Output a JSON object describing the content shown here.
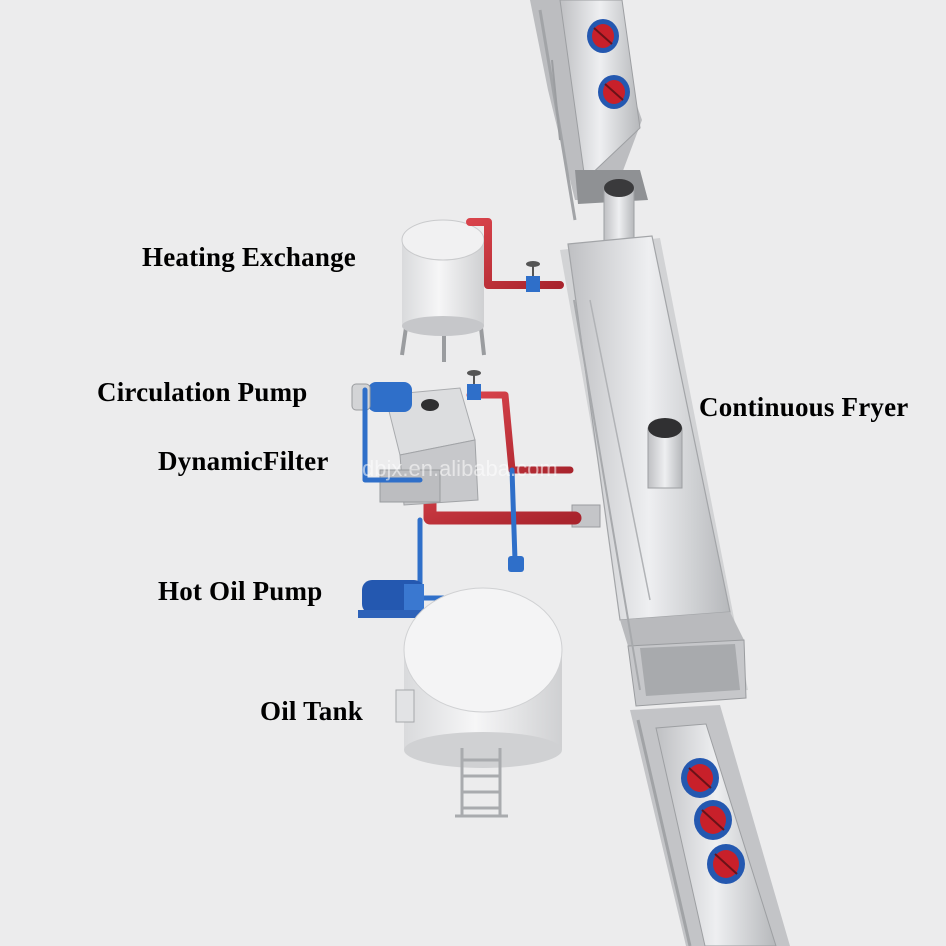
{
  "labels": {
    "heating_exchange": "Heating Exchange",
    "circulation_pump": "Circulation Pump",
    "dynamic_filter": "DynamicFilter",
    "hot_oil_pump": "Hot Oil Pump",
    "oil_tank": "Oil Tank",
    "continuous_fryer": "Continuous Fryer"
  },
  "watermark": "dbjx.en.alibaba.com",
  "colors": {
    "background": "#ececed",
    "hot_oil_pipe": "#c8323c",
    "cold_oil_pipe": "#2f6fc9",
    "steel": "#d3d4d6",
    "steel_dark": "#9fa1a4",
    "fan_red": "#c8202a",
    "fan_blue": "#2458b0"
  },
  "icons": [
    "fan-icon",
    "valve-icon",
    "pump-motor-icon",
    "ladder-icon"
  ]
}
